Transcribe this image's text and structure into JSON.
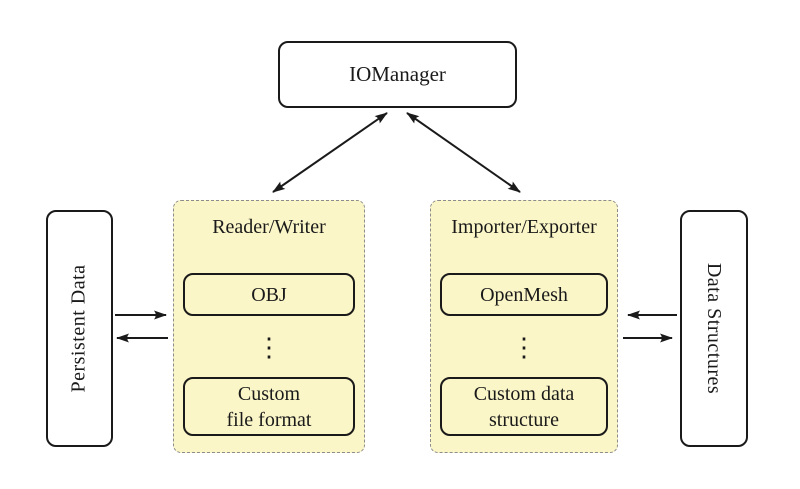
{
  "colors": {
    "background": "#ffffff",
    "container_fill": "#fbf6c8",
    "container_border": "#8c8c8c",
    "node_border": "#1a1a1a",
    "text": "#1a1a1a",
    "arrow": "#1a1a1a"
  },
  "nodes": {
    "iomanager": {
      "label": "IOManager"
    },
    "persistent_data": {
      "label": "Persistent Data"
    },
    "data_structures": {
      "label": "Data Structures"
    },
    "reader_writer": {
      "title": "Reader/Writer",
      "items": [
        {
          "label": "OBJ"
        },
        {
          "label": "⋮"
        },
        {
          "label": "Custom\nfile format"
        }
      ]
    },
    "importer_exporter": {
      "title": "Importer/Exporter",
      "items": [
        {
          "label": "OpenMesh"
        },
        {
          "label": "⋮"
        },
        {
          "label": "Custom data\nstructure"
        }
      ]
    }
  }
}
